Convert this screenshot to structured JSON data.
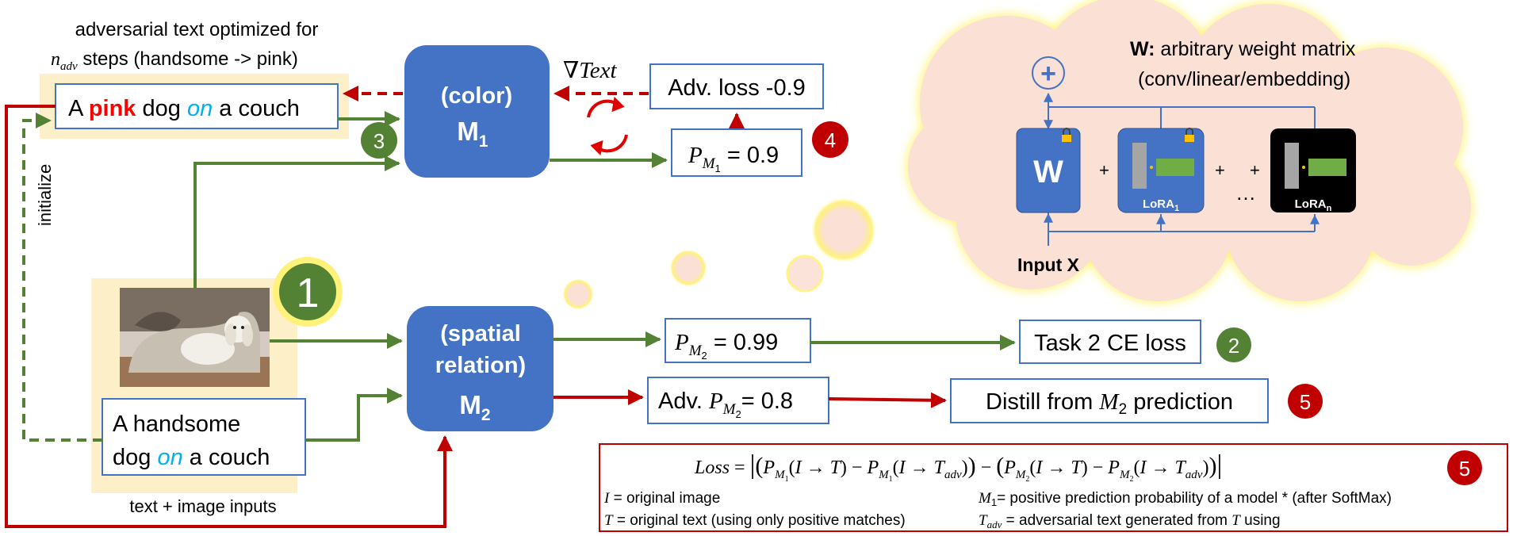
{
  "top_caption": {
    "line1": "adversarial text optimized for",
    "n_adv": "n",
    "n_adv_sub": "adv",
    "line2_rest": " steps (handsome -> pink)"
  },
  "adv_text": {
    "pre": "A ",
    "pink": "pink",
    "mid": " dog ",
    "on": "on",
    "post": " a couch"
  },
  "initialize_label": "initialize",
  "model1": {
    "line1": "(color)",
    "name": "M",
    "sub": "1"
  },
  "model2": {
    "line1": "(spatial",
    "line2": "relation)",
    "name": "M",
    "sub": "2"
  },
  "grad_text": "∇Text",
  "adv_loss": "Adv. loss -0.9",
  "pm1": {
    "p": "P",
    "m": "M",
    "sub": "1",
    "value": " = 0.9"
  },
  "pm2": {
    "p": "P",
    "m": "M",
    "sub": "2",
    "value": " = 0.99"
  },
  "adv_pm2": {
    "pre": "Adv. ",
    "p": "P",
    "m": "M",
    "sub": "2",
    "value": "= 0.8"
  },
  "task_loss": "Task 2 CE loss",
  "distill": {
    "pre": "Distill from ",
    "m": "M",
    "sub": "2",
    "post": " prediction"
  },
  "orig_text": {
    "line1": "A handsome",
    "line2_pre": "dog ",
    "on": "on",
    "line2_post": " a couch"
  },
  "inputs_caption": "text + image inputs",
  "steps": {
    "s1": "1",
    "s2": "2",
    "s3": "3",
    "s4": "4",
    "s5a": "5",
    "s5b": "5"
  },
  "cloud": {
    "title_bold": "W:",
    "title_rest": " arbitrary weight matrix",
    "subtitle": "(conv/linear/embedding)",
    "w_label": "W",
    "plus_symbol": "+",
    "lora1": "LoRA",
    "lora1_sub": "1",
    "loran": "LoRA",
    "loran_sub": "n",
    "ellipsis": "…",
    "input_label": "Input X"
  },
  "legend": {
    "loss_word": "Loss",
    "i_def": " = original image",
    "t_def": " = original text (using only positive matches)",
    "m1_def": "= positive prediction probability of a model * (after SoftMax)",
    "tadv_def": " = adversarial text generated from ",
    "tadv_def_end": " using"
  },
  "colors": {
    "model_blue": "#4472c4",
    "green_arrow": "#548235",
    "red_arrow": "#c00000",
    "highlight_yellow": "#fdf0c8",
    "cloud_pink": "#fbe0d6",
    "step_green": "#548235",
    "step_red": "#c00000",
    "pink_text": "#ff0000",
    "on_text": "#00b0f0",
    "lora_green": "#70ad47"
  }
}
